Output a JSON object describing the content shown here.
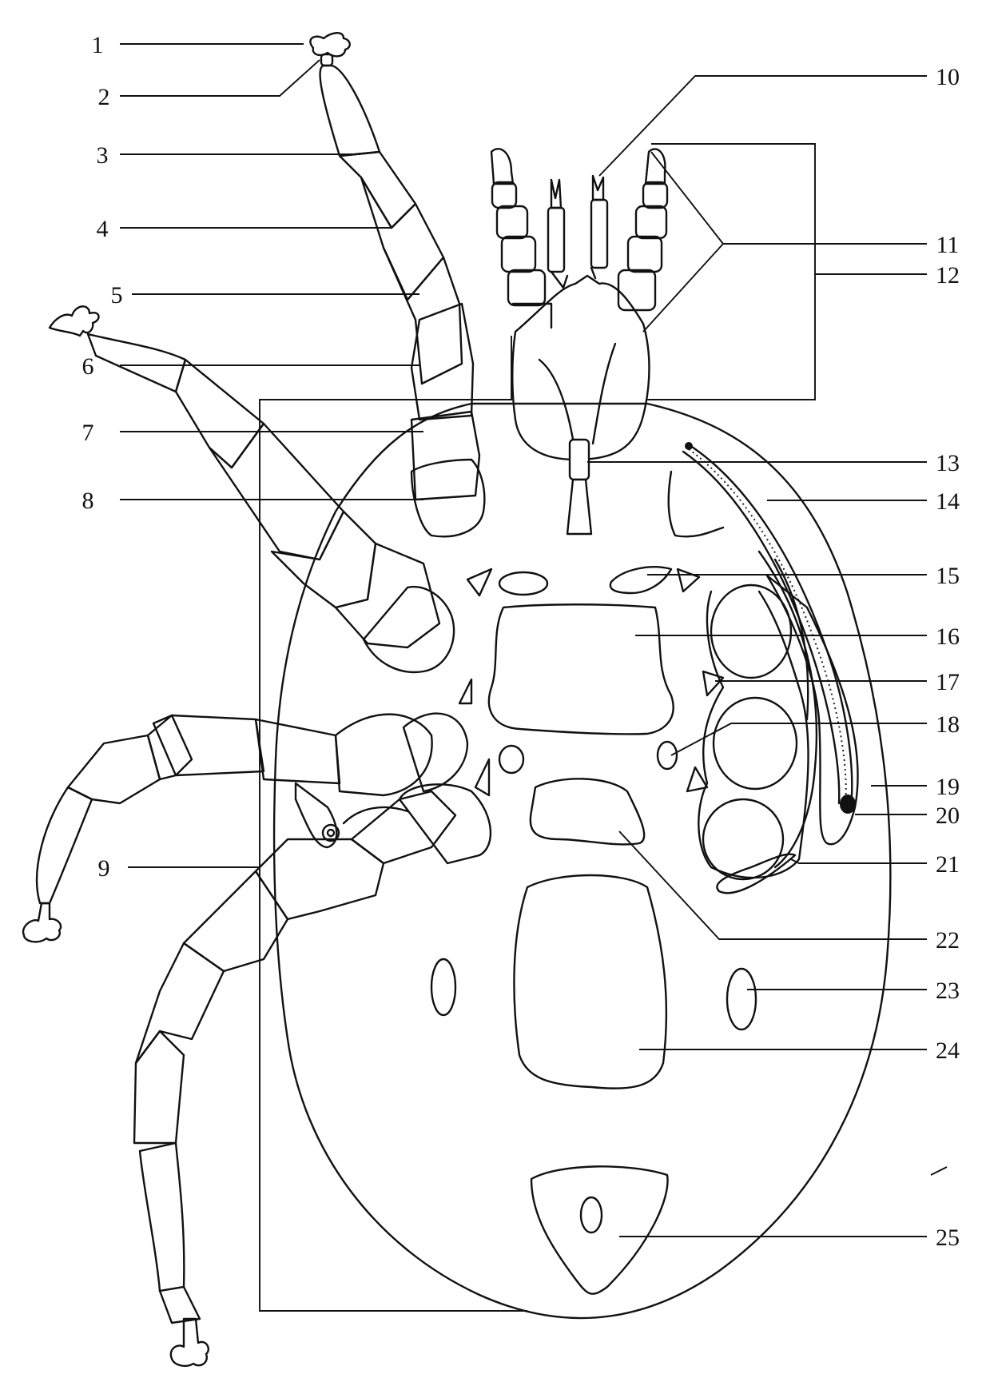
{
  "figure": {
    "labels": [
      "1",
      "2",
      "3",
      "4",
      "5",
      "6",
      "7",
      "8",
      "9",
      "10",
      "11",
      "12",
      "13",
      "14",
      "15",
      "16",
      "17",
      "18",
      "19",
      "20",
      "21",
      "22",
      "23",
      "24",
      "25"
    ]
  }
}
